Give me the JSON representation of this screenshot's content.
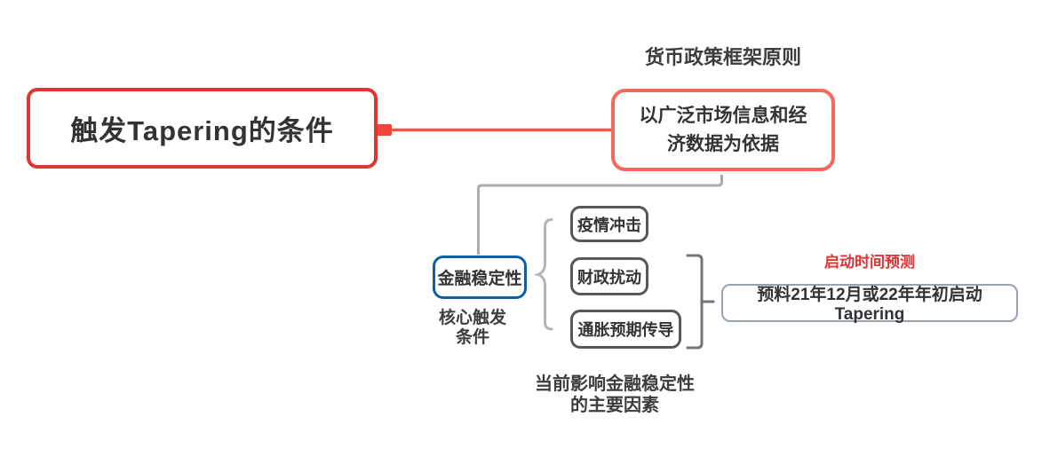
{
  "mindmap": {
    "root": {
      "label": "触发Tapering的条件"
    },
    "principle": {
      "label": "货币政策框架原则",
      "node": "以广泛市场信息和经\n济数据为依据"
    },
    "stability": {
      "node": "金融稳定性",
      "caption": "核心触发\n条件"
    },
    "factors": {
      "items": [
        "疫情冲击",
        "财政扰动",
        "通胀预期传导"
      ],
      "caption": "当前影响金融稳定性\n的主要因素"
    },
    "prediction": {
      "label": "启动时间预测",
      "node": "预料21年12月或22年年初启动Tapering"
    }
  },
  "colors": {
    "root_border": "#dc3732",
    "principle_border": "#f4695b",
    "stability_border": "#0f5fa8",
    "factor_border": "#57575b",
    "prediction_border": "#99a1b3",
    "red_connector": "#f2574a",
    "red_connector_stub": "#ee4538",
    "gray_connector": "#ababab",
    "brace": "#b5b5b5",
    "bracket": "#74747c",
    "label_red": "#e03333",
    "text": "#333333",
    "background": "#ffffff"
  }
}
